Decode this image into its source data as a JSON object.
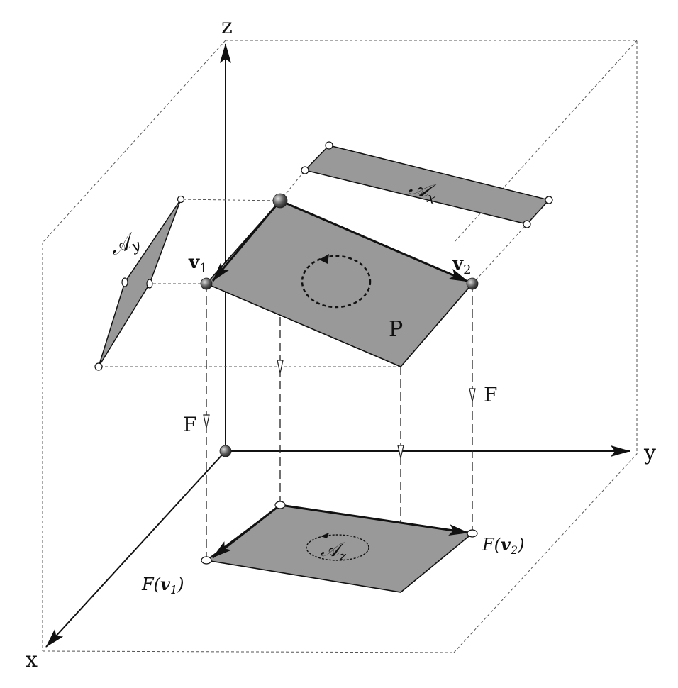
{
  "axes": {
    "x": "x",
    "y": "y",
    "z": "z"
  },
  "plane": {
    "label": "P"
  },
  "vectors": {
    "v1": "v",
    "v1_sub": "1",
    "v2": "v",
    "v2_sub": "2"
  },
  "projections": {
    "ax_main": "𝒜",
    "ax_sub": "x",
    "ay_main": "𝒜",
    "ay_sub": "y",
    "az_main": "𝒜",
    "az_sub": "z"
  },
  "force": {
    "label": "F"
  },
  "images": {
    "fv1_pre": "F(",
    "fv1_v": "v",
    "fv1_sub": "1",
    "fv1_post": ")",
    "fv2_pre": "F(",
    "fv2_v": "v",
    "fv2_sub": "2",
    "fv2_post": ")"
  },
  "colors": {
    "fill": "#999999",
    "stroke": "#111111",
    "dashed": "#555555"
  }
}
